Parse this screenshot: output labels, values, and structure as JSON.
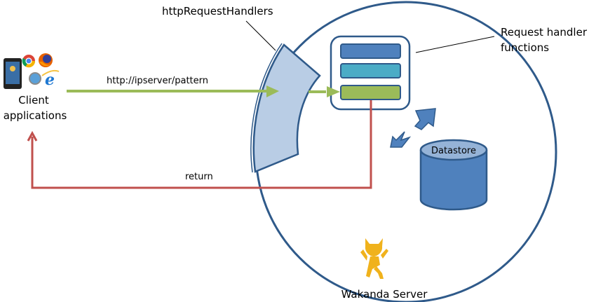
{
  "labels": {
    "http_request_handlers": "httpRequestHandlers",
    "request_handler_functions_line1": "Request handler",
    "request_handler_functions_line2": "functions",
    "client_line1": "Client",
    "client_line2": "applications",
    "request_url": "http://ipserver/pattern",
    "return": "return",
    "datastore": "Datastore",
    "server": "Wakanda Server"
  },
  "icons": {
    "client_device": "smartphone-icon",
    "browsers": [
      "chrome-icon",
      "firefox-icon",
      "safari-icon",
      "internet-explorer-icon"
    ],
    "server_logo": "wakanda-mascot-icon"
  },
  "colors": {
    "circle_stroke": "#2f5a8a",
    "handler_band_fill": "#b9cde5",
    "bar_top": "#4f81bd",
    "bar_middle": "#4bacc6",
    "bar_bottom": "#9bbb59",
    "request_arrow": "#9bbb59",
    "return_arrow": "#c0504d",
    "datastore_body": "#4f81bd",
    "datastore_top": "#95b3d7",
    "mascot": "#f0b21c"
  }
}
